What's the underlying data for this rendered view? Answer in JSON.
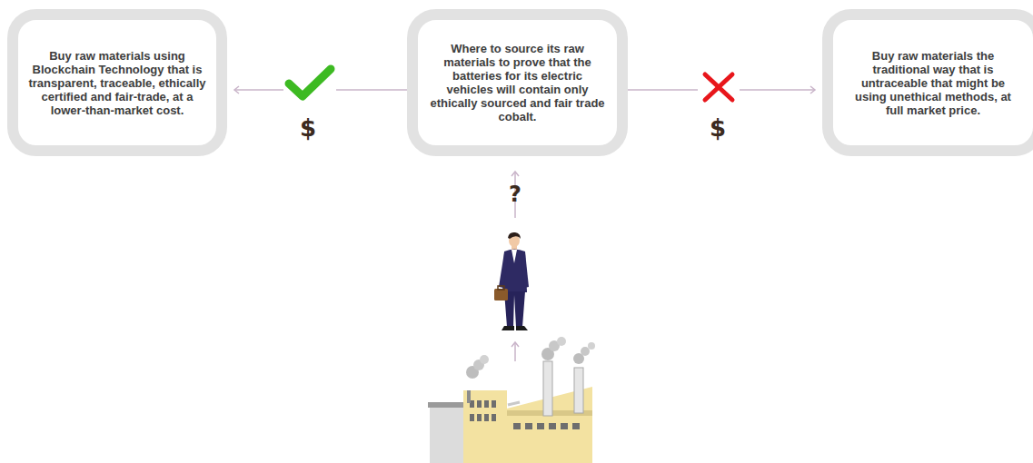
{
  "diagram": {
    "nodes": [
      {
        "text": [
          "Buy raw materials using Blockchain Technology that is transparent, traceable, ethically certified and fair-trade, at a lower-than-market cost."
        ]
      },
      {
        "text": [
          "Where to source its raw materials to prove that the batteries for its electric vehicles will contain only ethically sourced and fair trade cobalt."
        ]
      },
      {
        "text": [
          "Buy raw materials the traditional way that is untraceable that might be using unethical methods, at full market price."
        ]
      }
    ],
    "edges": [
      {
        "from": 1,
        "to": 0,
        "arrow": "to",
        "label": "$"
      },
      {
        "from": 1,
        "to": 2,
        "arrow": "to",
        "label": "$"
      }
    ],
    "labels": [
      "?"
    ]
  }
}
